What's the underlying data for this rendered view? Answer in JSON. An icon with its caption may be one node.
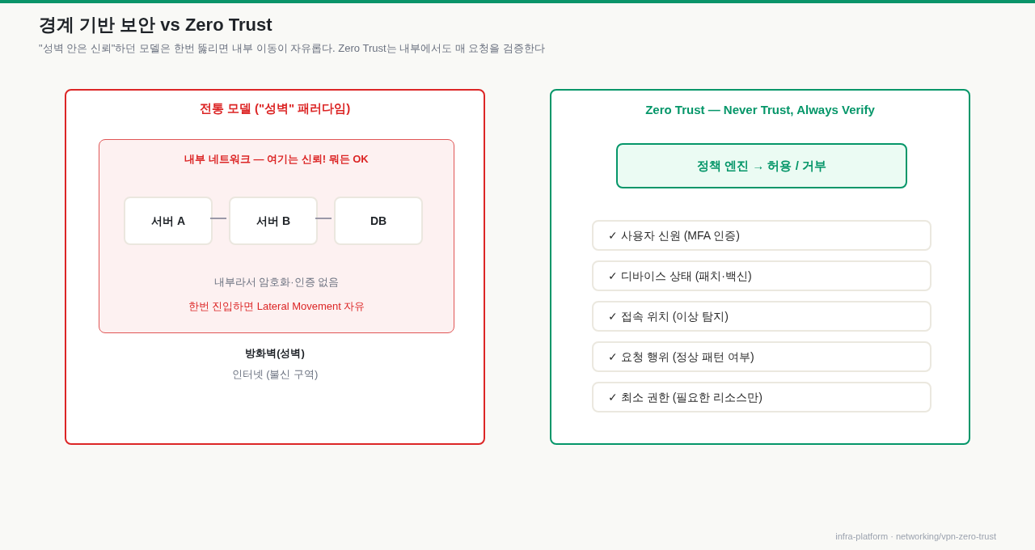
{
  "diagram": {
    "title": "경계 기반 보안 vs Zero Trust",
    "nodes": [
      {
        "text": [
          "전통 모델 (\"성벽\" 패러다임)",
          "방화벽(성벽)",
          "인터넷 (불신 구역)"
        ]
      },
      {
        "text": [
          "내부 네트워크 — 여기는 신뢰! 뭐든 OK",
          "내부라서 암호화·인증 없음",
          "한번 진입하면 Lateral Movement 자유"
        ],
        "in": 0
      },
      {
        "text": [
          "서버 A"
        ],
        "in": 1
      },
      {
        "text": [
          "서버 B"
        ],
        "in": 1
      },
      {
        "text": [
          "DB"
        ],
        "in": 1
      },
      {
        "text": [
          "Zero Trust — Never Trust, Always Verify"
        ]
      },
      {
        "text": [
          "정책 엔진 → 허용 / 거부"
        ],
        "in": 5
      },
      {
        "text": [
          "✓ 사용자 신원 (MFA 인증)"
        ],
        "in": 5
      },
      {
        "text": [
          "✓ 디바이스 상태 (패치·백신)"
        ],
        "in": 5
      },
      {
        "text": [
          "✓ 접속 위치 (이상 탐지)"
        ],
        "in": 5
      },
      {
        "text": [
          "✓ 요청 행위 (정상 패턴 여부)"
        ],
        "in": 5
      },
      {
        "text": [
          "✓ 최소 권한 (필요한 리소스만)"
        ],
        "in": 5
      }
    ],
    "edges": [
      {
        "from": 2,
        "to": 3,
        "arrow": "none"
      },
      {
        "from": 3,
        "to": 4,
        "arrow": "none"
      }
    ],
    "labels": [
      "\"성벽 안은 신뢰\"하던 모델은 한번 뚫리면 내부 이동이 자유롭다. Zero Trust는 내부에서도 매 요청을 검증한다",
      "infra-platform · networking/vpn-zero-trust"
    ]
  }
}
